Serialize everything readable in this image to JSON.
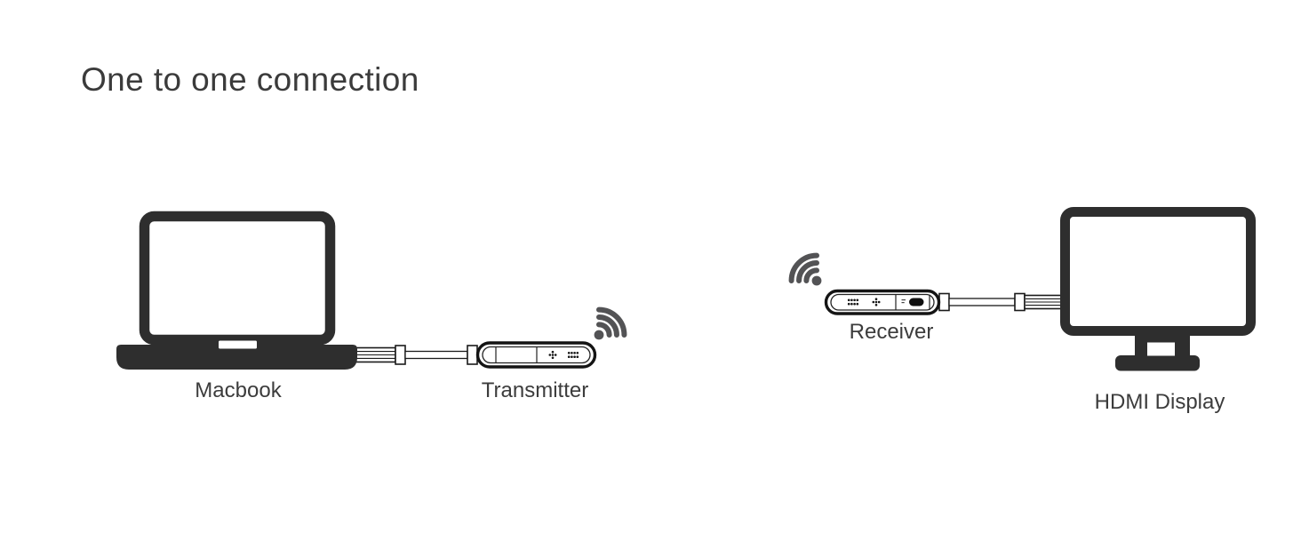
{
  "title": "One to one connection",
  "colors": {
    "device_dark": "#2e2e2e",
    "dongle_outline": "#141414",
    "wifi_gray": "#535355",
    "text": "#3b3b3b",
    "background": "#ffffff"
  },
  "devices": {
    "macbook": {
      "label": "Macbook"
    },
    "transmitter": {
      "label": "Transmitter",
      "icon": "wifi-signal-icon"
    },
    "receiver": {
      "label": "Receiver",
      "icon": "wifi-signal-icon"
    },
    "hdmi_display": {
      "label": "HDMI Display"
    }
  }
}
